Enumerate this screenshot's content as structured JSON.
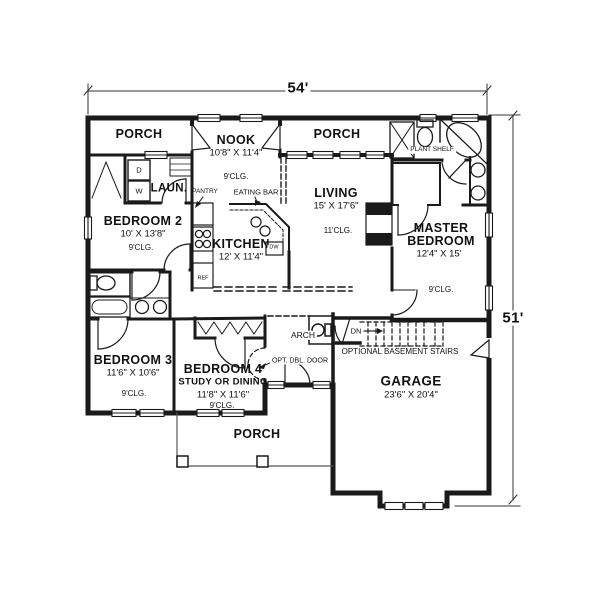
{
  "drawing": {
    "title": "house floor plan",
    "background": "#ffffff",
    "line_color": "#1a1a1a",
    "overall_width": "54'",
    "overall_depth": "51'"
  },
  "rooms": {
    "porch_top_left": {
      "label": "PORCH"
    },
    "nook": {
      "label": "NOOK",
      "size": "10'8\" X 11'4\"",
      "ceiling": "9'CLG."
    },
    "porch_top_mid": {
      "label": "PORCH"
    },
    "laundry": {
      "label": "LAUN."
    },
    "bedroom2": {
      "label": "BEDROOM 2",
      "size": "10' X 13'8\"",
      "ceiling": "9'CLG."
    },
    "kitchen": {
      "label": "KITCHEN",
      "size": "12' X 11'4\""
    },
    "living": {
      "label": "LIVING",
      "size": "15' X 17'6\"",
      "ceiling": "11'CLG."
    },
    "master": {
      "label_line1": "MASTER",
      "label_line2": "BEDROOM",
      "size": "12'4\" X 15'",
      "ceiling": "9'CLG."
    },
    "bedroom3": {
      "label": "BEDROOM 3",
      "size": "11'6\" X 10'6\"",
      "ceiling": "9'CLG."
    },
    "bedroom4": {
      "label": "BEDROOM 4",
      "sublabel": "STUDY OR DINING",
      "size": "11'8\" X 11'6\"",
      "ceiling": "9'CLG."
    },
    "garage": {
      "label": "GARAGE",
      "size": "23'6\" X 20'4\""
    },
    "porch_bottom": {
      "label": "PORCH"
    }
  },
  "annotations": {
    "pantry": "PANTRY",
    "eating_bar": "EATING BAR",
    "plant_shelf": "PLANT SHELF",
    "arch": "ARCH",
    "down": "DN",
    "optional_basement_stairs": "OPTIONAL BASEMENT STAIRS",
    "opt_dbl_door": "OPT. DBL. DOOR",
    "dishwasher": "DW",
    "refrigerator": "REF",
    "dryer": "D",
    "washer": "W"
  }
}
